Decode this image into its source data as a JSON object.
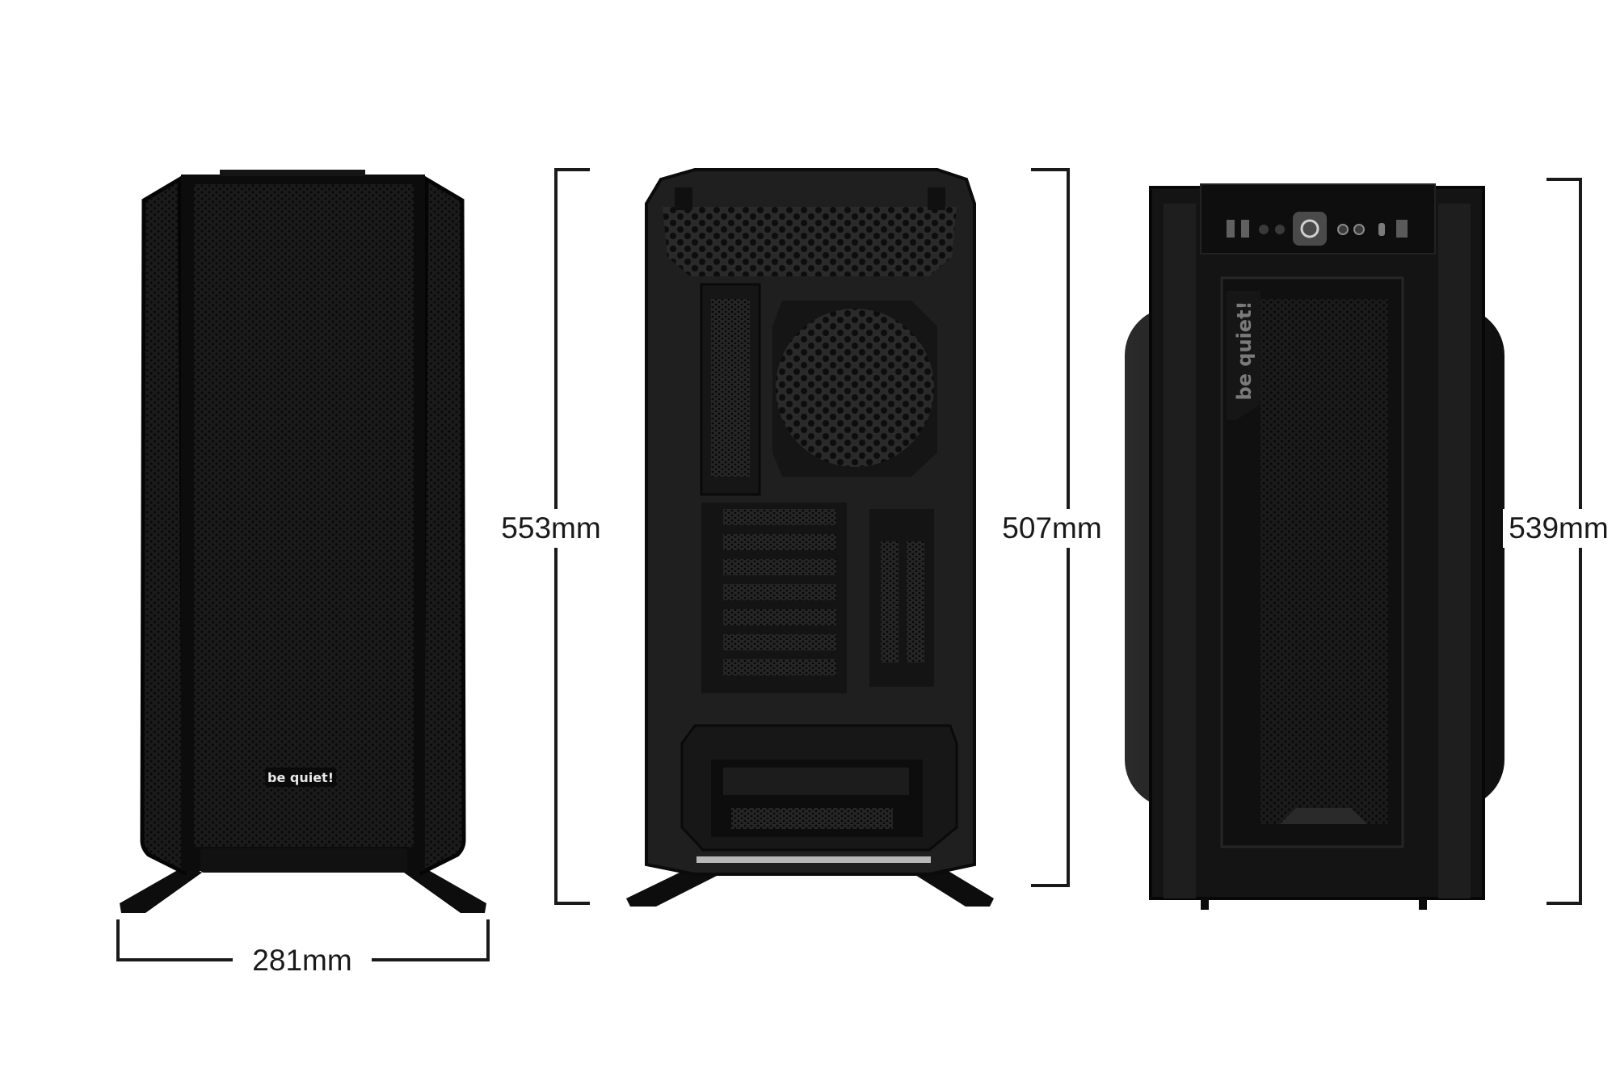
{
  "dimensions": {
    "width_label": "281mm",
    "height_front_label": "553mm",
    "height_back_label": "507mm",
    "height_side_label": "539mm"
  },
  "brand": {
    "front_logo": "be quiet!",
    "side_logo": "be quiet!"
  },
  "colors": {
    "case_body": "#111111",
    "mesh": "#1c1c1c",
    "dimension_line": "#1a1a1a",
    "background": "#ffffff"
  }
}
